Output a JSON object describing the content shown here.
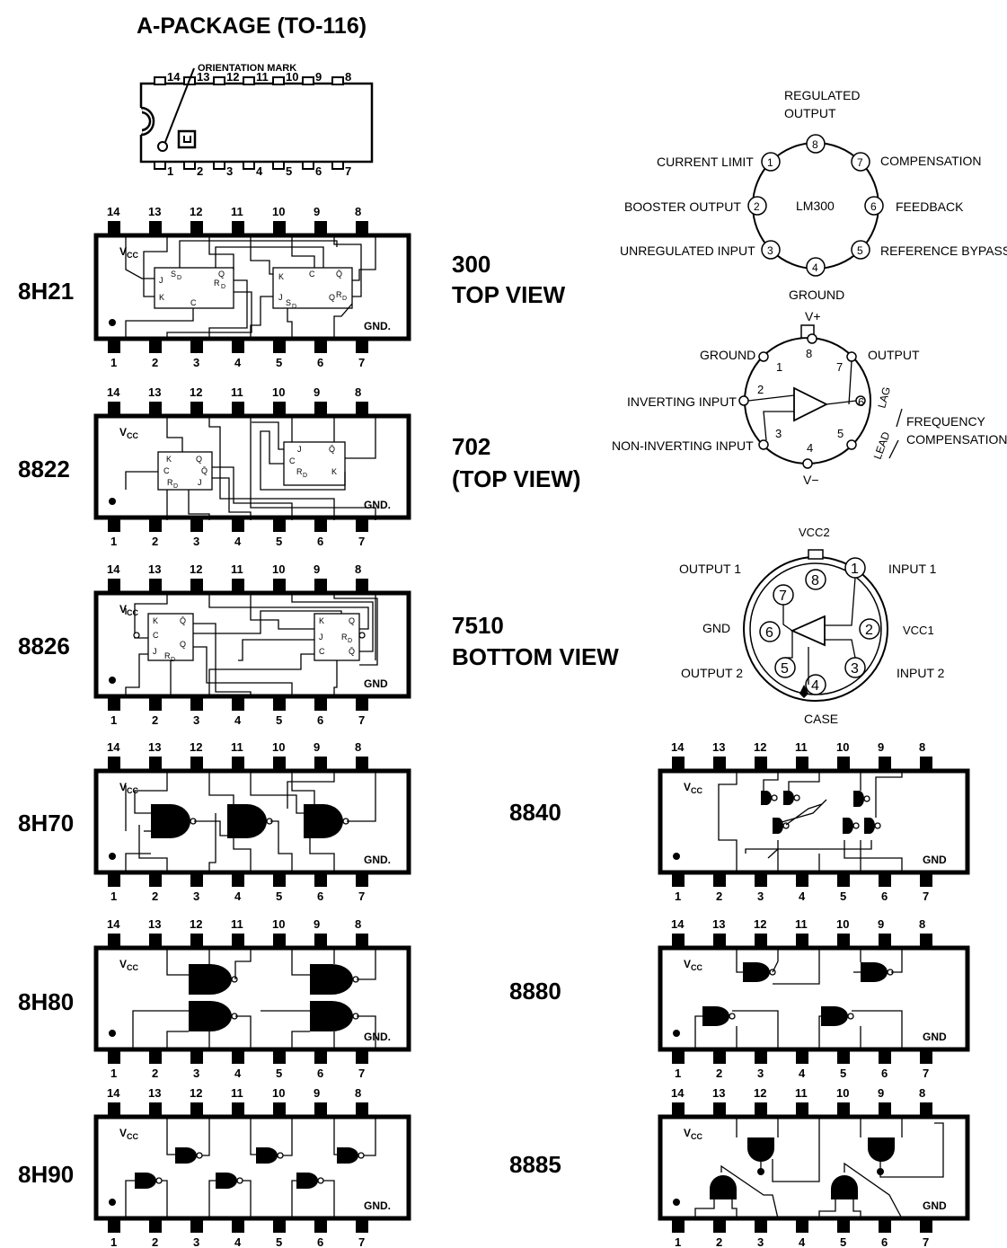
{
  "title": "A-PACKAGE (TO-116)",
  "orientation_mark": "ORIENTATION MARK",
  "pin_top": [
    "14",
    "13",
    "12",
    "11",
    "10",
    "9",
    "8"
  ],
  "pin_bottom": [
    "1",
    "2",
    "3",
    "4",
    "5",
    "6",
    "7"
  ],
  "vcc": "Vcc",
  "vcc_sub": "CC",
  "gnd_dot": "GND.",
  "gnd_plain": "GND",
  "left_chips": [
    {
      "label": "8H21"
    },
    {
      "label": "8822"
    },
    {
      "label": "8826"
    },
    {
      "label": "8H70"
    },
    {
      "label": "8H80"
    },
    {
      "label": "8H90"
    }
  ],
  "right_chips": [
    {
      "label": "8840"
    },
    {
      "label": "8880"
    },
    {
      "label": "8885"
    }
  ],
  "view_300": {
    "line1": "300",
    "line2": "TOP VIEW"
  },
  "view_702": {
    "line1": "702",
    "line2": "(TOP VIEW)"
  },
  "view_7510": {
    "line1": "7510",
    "line2": "BOTTOM VIEW"
  },
  "ff": {
    "j": "J",
    "k": "K",
    "c": "C",
    "q": "Q",
    "qbar": "Q̄",
    "sd": "SD",
    "rd": "RD",
    "r": "R",
    "s": "S",
    "d": "D"
  },
  "lm300": {
    "center": "LM300",
    "reg1": "REGULATED",
    "reg2": "OUTPUT",
    "current_limit": "CURRENT LIMIT",
    "compensation": "COMPENSATION",
    "booster": "BOOSTER OUTPUT",
    "feedback": "FEEDBACK",
    "unreg": "UNREGULATED INPUT",
    "refbypass": "REFERENCE BYPASS",
    "ground": "GROUND",
    "pins": [
      "1",
      "2",
      "3",
      "4",
      "5",
      "6",
      "7",
      "8"
    ]
  },
  "op702": {
    "vplus": "V+",
    "vminus": "V−",
    "ground": "GROUND",
    "output": "OUTPUT",
    "inverting": "INVERTING INPUT",
    "noninverting": "NON-INVERTING INPUT",
    "lag": "LAG",
    "lead": "LEAD",
    "freq1": "FREQUENCY",
    "freq2": "COMPENSATION",
    "pins": [
      "1",
      "2",
      "3",
      "4",
      "5",
      "6",
      "7",
      "8"
    ]
  },
  "c7510": {
    "vcc2": "VCC2",
    "vcc1": "VCC1",
    "output1": "OUTPUT 1",
    "input1": "INPUT 1",
    "gnd": "GND",
    "output2": "OUTPUT 2",
    "input2": "INPUT 2",
    "case": "CASE",
    "pins": [
      "1",
      "2",
      "3",
      "4",
      "5",
      "6",
      "7",
      "8"
    ]
  }
}
